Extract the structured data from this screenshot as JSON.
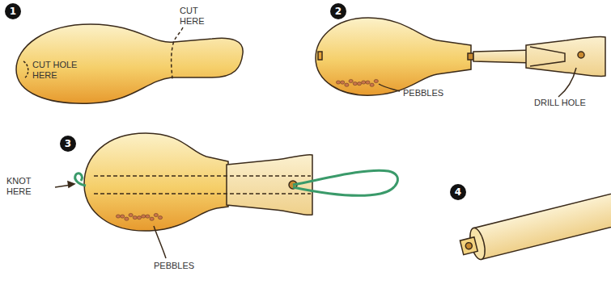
{
  "diagram": {
    "labels": [
      "1",
      "CUT HERE",
      "CUT HOLE HERE",
      "2",
      "PEBBLES",
      "DRILL HOLE",
      "3",
      "KNOT HERE",
      "PEBBLES",
      "4"
    ]
  }
}
